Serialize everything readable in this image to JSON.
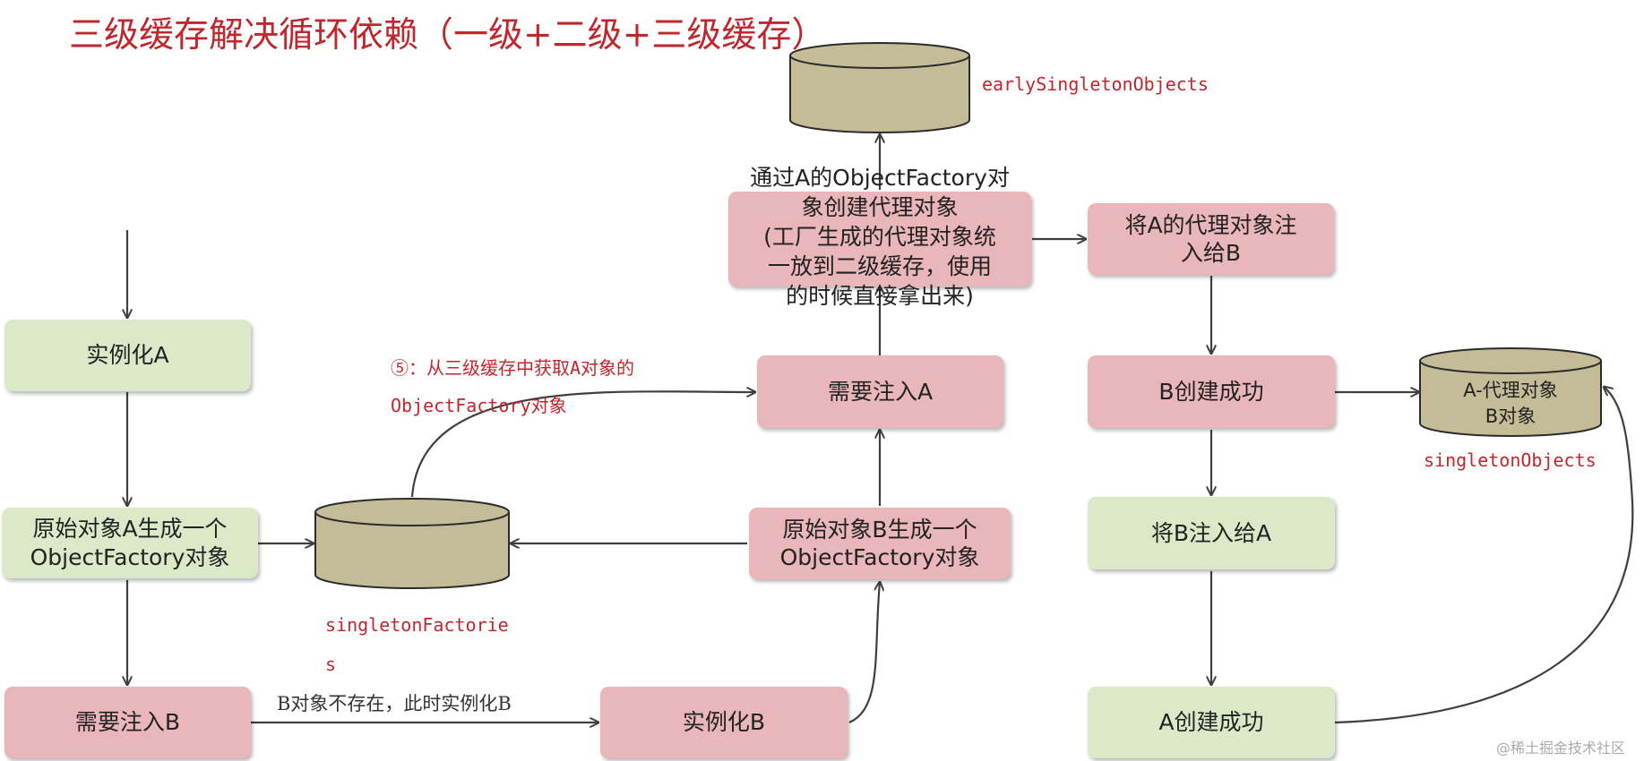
{
  "title": "三级缓存解决循环依赖（一级+二级+三级缓存）",
  "boxes": {
    "instantiate_a": "实例化A",
    "factory_a": [
      "原始对象A生成一个",
      "ObjectFactory对象"
    ],
    "need_inject_b": "需要注入B",
    "instantiate_b": "实例化B",
    "factory_b": [
      "原始对象B生成一个",
      "ObjectFactory对象"
    ],
    "need_inject_a": "需要注入A",
    "proxy_create": [
      "通过A的ObjectFactory对",
      "象创建代理对象",
      "(工厂生成的代理对象统",
      "一放到二级缓存，使用",
      "的时候直接拿出来)"
    ],
    "inject_proxy_to_b": [
      "将A的代理对象注",
      "入给B"
    ],
    "b_created": "B创建成功",
    "inject_b_to_a": "将B注入给A",
    "a_created": "A创建成功"
  },
  "caches": {
    "early_singleton_objects": "earlySingletonObjects",
    "singleton_factories": [
      "singletonFactorie",
      "s"
    ],
    "singleton_objects": "singletonObjects",
    "singleton_objects_content": [
      "A-代理对象",
      "B对象"
    ]
  },
  "annotations": {
    "step5": [
      "⑤：从三级缓存中获取A对象的",
      "ObjectFactory对象"
    ],
    "b_not_exist": "B对象不存在，此时实例化B"
  },
  "watermark": "@稀土掘金技术社区",
  "colors": {
    "green_box": "#dbe9c9",
    "pink_box": "#e9b6b9",
    "cylinder": "#c4bc96",
    "cylinder_stroke": "#2b2b2b",
    "arrow": "#3f3f3f",
    "title_red": "#c0272d"
  }
}
